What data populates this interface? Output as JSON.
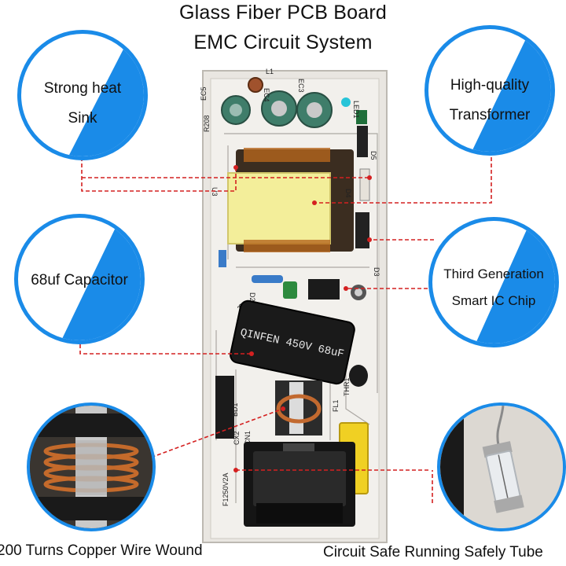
{
  "title_line1": "Glass Fiber PCB Board",
  "title_line2": "EMC Circuit System",
  "callouts": {
    "heat_sink": [
      "Strong heat",
      "Sink"
    ],
    "transformer": [
      "High-quality",
      "Transformer"
    ],
    "capacitor": [
      "68uf Capacitor"
    ],
    "ic_chip": [
      "Third Generation",
      "Smart  IC Chip"
    ]
  },
  "captions": {
    "copper_wire": "200 Turns Copper Wire Wound",
    "safety_tube": "Circuit Safe Running Safely Tube"
  },
  "board_labels": {
    "cap_text1": "QINFEN 450V 68uF",
    "fuse_label": "F1250V2A",
    "ec5": "EC5",
    "ec4": "EC4",
    "ec3": "EC3",
    "led1": "LED1",
    "d5": "D5",
    "d4": "D4",
    "d3": "D3",
    "u3": "U3",
    "q1": "Q1",
    "d2": "D2",
    "bd1": "BD1",
    "fl1": "FL1",
    "thr1": "THR1",
    "cn1": "CN1",
    "l1": "L1",
    "r208": "R208",
    "cx2": "CX2"
  },
  "colors": {
    "accent": "#1a8be8",
    "leader": "#d42020",
    "board": "#ece9e4"
  }
}
